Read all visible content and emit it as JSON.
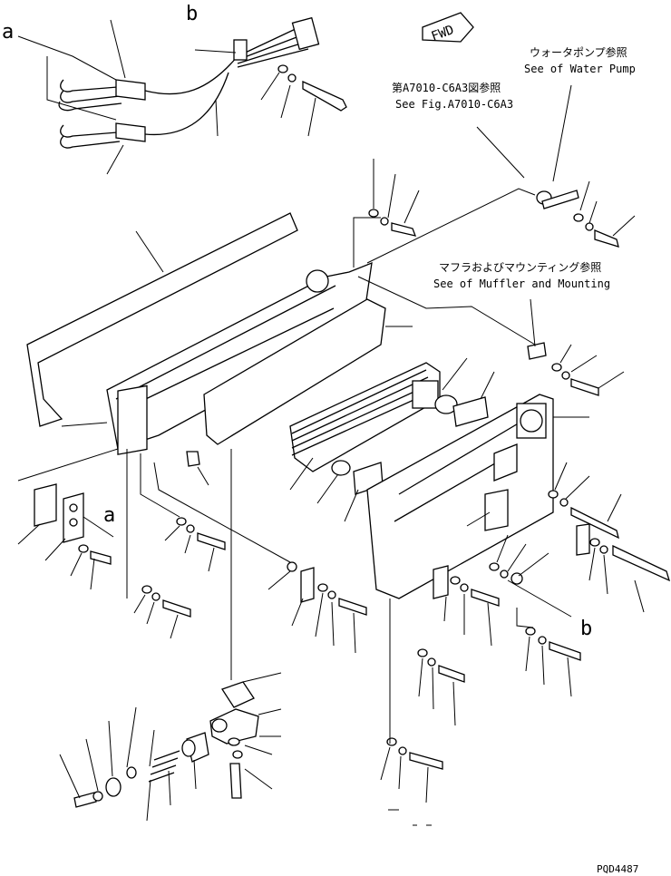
{
  "figure_code": "PQD4487",
  "fwd_label": "FWD",
  "callouts": {
    "a_top": "a",
    "b_top": "b",
    "a_mid": "a",
    "b_mid": "b"
  },
  "references": {
    "water_pump_jp": "ウォータポンプ参照",
    "water_pump_en": "See of Water Pump",
    "fig_jp": "第A7010-C6A3図参照",
    "fig_en": "See Fig.A7010-C6A3",
    "muffler_jp": "マフラおよびマウンティング参照",
    "muffler_en": "See of Muffler and Mounting"
  }
}
